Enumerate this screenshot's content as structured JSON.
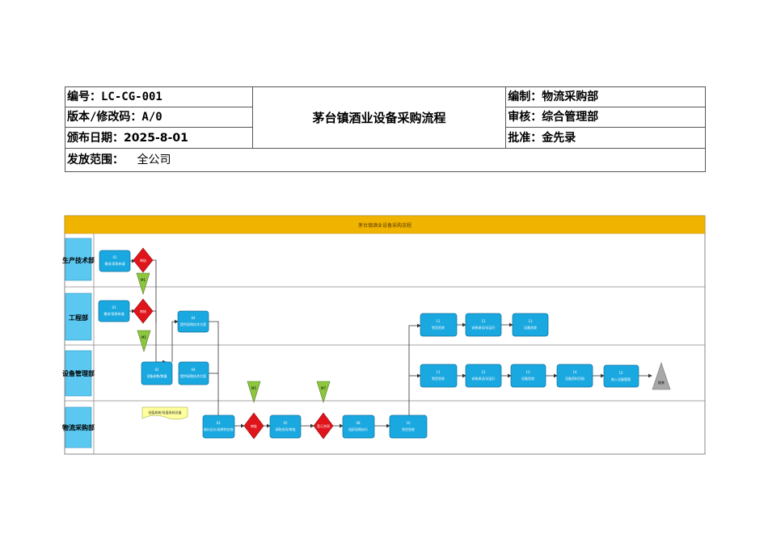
{
  "header": {
    "code": "编号：LC-CG-001",
    "version": "版本/修改码：A/0",
    "issue_date": "颁布日期：2025-8-01",
    "title": "茅台镇酒业设备采购流程",
    "editor": "编制：物流采购部",
    "reviewer": "审核：综合管理部",
    "approver": "批准：金先录",
    "scope_label": "发放范围：",
    "scope_value": "全公司"
  },
  "flowchart": {
    "title": "茅台镇酒业设备采购流程",
    "lanes": [
      "生产技术部",
      "工程部",
      "设备管理部",
      "物流采购部"
    ],
    "nodes": [
      {
        "id": "p1",
        "num": "01",
        "label": "需求/采购申请"
      },
      {
        "id": "d1",
        "label": "审核"
      },
      {
        "id": "m1",
        "label": "M1"
      },
      {
        "id": "p2",
        "num": "01",
        "label": "需求/采购申请"
      },
      {
        "id": "d2",
        "label": "审核"
      },
      {
        "id": "m2",
        "label": "M1"
      },
      {
        "id": "p3",
        "num": "04",
        "label": "提供采购技术方案"
      },
      {
        "id": "p4",
        "num": "02",
        "label": "设备参数/数量"
      },
      {
        "id": "p5",
        "num": "04",
        "label": "提供采购技术方案"
      },
      {
        "id": "note",
        "label": "低值易耗/低值易耗设备"
      },
      {
        "id": "p6",
        "num": "03",
        "label": "询价比价/选择供应商"
      },
      {
        "id": "m3",
        "label": "M5"
      },
      {
        "id": "d3",
        "label": "审批"
      },
      {
        "id": "p7",
        "num": "05",
        "label": "采购合同/审批"
      },
      {
        "id": "m4",
        "label": "M7"
      },
      {
        "id": "d4",
        "label": "签订合同"
      },
      {
        "id": "p8",
        "num": "08",
        "label": "组织采购执行"
      },
      {
        "id": "p9",
        "num": "10",
        "label": "到货验收"
      },
      {
        "id": "p10",
        "num": "11",
        "label": "到货验收"
      },
      {
        "id": "p11",
        "num": "12",
        "label": "安装调试/试运行"
      },
      {
        "id": "p12",
        "num": "13",
        "label": "设备验收"
      },
      {
        "id": "p13",
        "num": "11",
        "label": "到货验收"
      },
      {
        "id": "p14",
        "num": "12",
        "label": "安装调试/试运行"
      },
      {
        "id": "p15",
        "num": "13",
        "label": "设备验收"
      },
      {
        "id": "p16",
        "num": "14",
        "label": "设备资料归档"
      },
      {
        "id": "p17",
        "num": "15",
        "label": "纳入设备管理"
      },
      {
        "id": "end",
        "label": "结束"
      }
    ]
  },
  "colors": {
    "process": "#1aa8e0",
    "decision": "#e0141b",
    "merge": "#8cc63f",
    "lane_label": "#5bc8f2",
    "title_bar": "#f0b400",
    "note": "#ffff9e",
    "end": "#a8a8a8"
  }
}
